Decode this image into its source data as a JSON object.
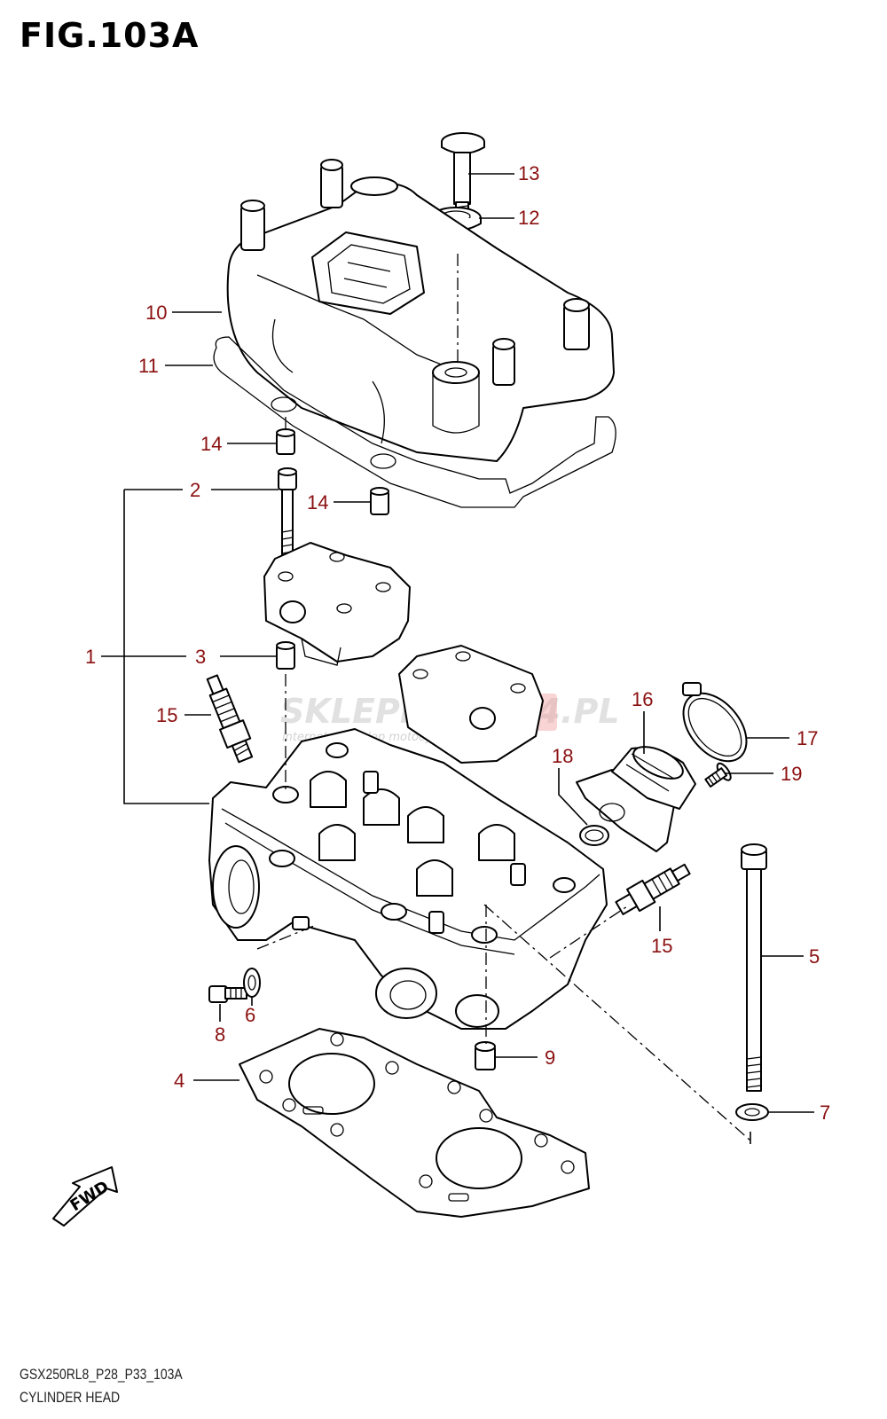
{
  "figure": {
    "title": "FIG.103A",
    "model_code": "GSX250RL8_P28_P33_103A",
    "name": "CYLINDER HEAD"
  },
  "watermark": {
    "brand": "SKLEPMOTO24.PL",
    "tagline": "internetowy sklep motocyklowy"
  },
  "fwd_label": "FWD",
  "callouts": [
    {
      "id": "c13",
      "text": "13"
    },
    {
      "id": "c12",
      "text": "12"
    },
    {
      "id": "c10",
      "text": "10"
    },
    {
      "id": "c11",
      "text": "11"
    },
    {
      "id": "c14a",
      "text": "14"
    },
    {
      "id": "c2",
      "text": "2"
    },
    {
      "id": "c14b",
      "text": "14"
    },
    {
      "id": "c1",
      "text": "1"
    },
    {
      "id": "c3",
      "text": "3"
    },
    {
      "id": "c15a",
      "text": "15"
    },
    {
      "id": "c16",
      "text": "16"
    },
    {
      "id": "c17",
      "text": "17"
    },
    {
      "id": "c18",
      "text": "18"
    },
    {
      "id": "c19",
      "text": "19"
    },
    {
      "id": "c5",
      "text": "5"
    },
    {
      "id": "c15b",
      "text": "15"
    },
    {
      "id": "c8",
      "text": "8"
    },
    {
      "id": "c6",
      "text": "6"
    },
    {
      "id": "c9",
      "text": "9"
    },
    {
      "id": "c4",
      "text": "4"
    },
    {
      "id": "c7",
      "text": "7"
    }
  ],
  "colors": {
    "callout": "#8b1010",
    "line": "#000000",
    "watermark_accent": "#e53b3b"
  }
}
